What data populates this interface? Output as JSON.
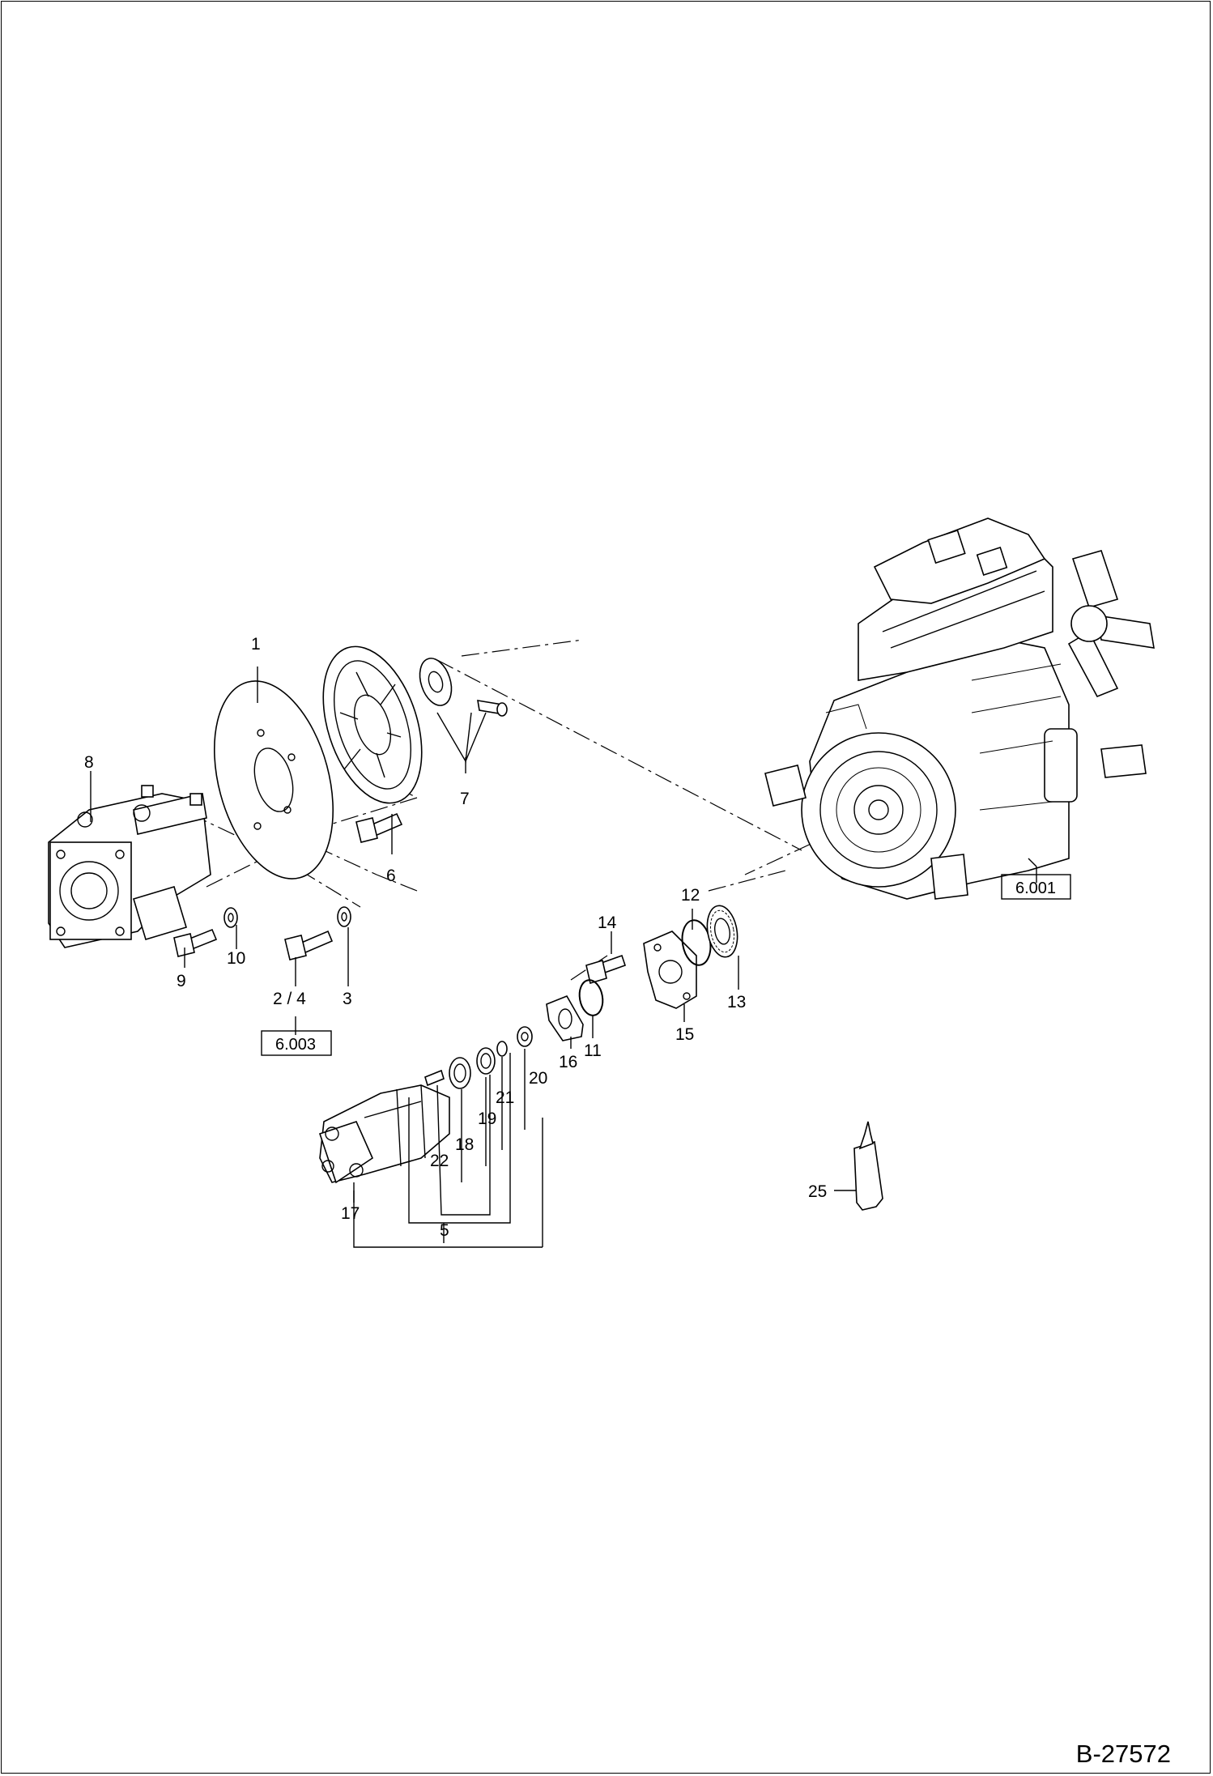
{
  "document": {
    "number": "B-27572"
  },
  "callouts": {
    "c1": "1",
    "c2_4": "2 / 4",
    "c3": "3",
    "c5": "5",
    "c6": "6",
    "c7": "7",
    "c8": "8",
    "c9": "9",
    "c10": "10",
    "c11": "11",
    "c12": "12",
    "c13": "13",
    "c14": "14",
    "c15": "15",
    "c16": "16",
    "c17": "17",
    "c18": "18",
    "c19": "19",
    "c20": "20",
    "c21": "21",
    "c22": "22",
    "c25": "25"
  },
  "references": {
    "engine": "6.001",
    "pump_group": "6.003"
  }
}
